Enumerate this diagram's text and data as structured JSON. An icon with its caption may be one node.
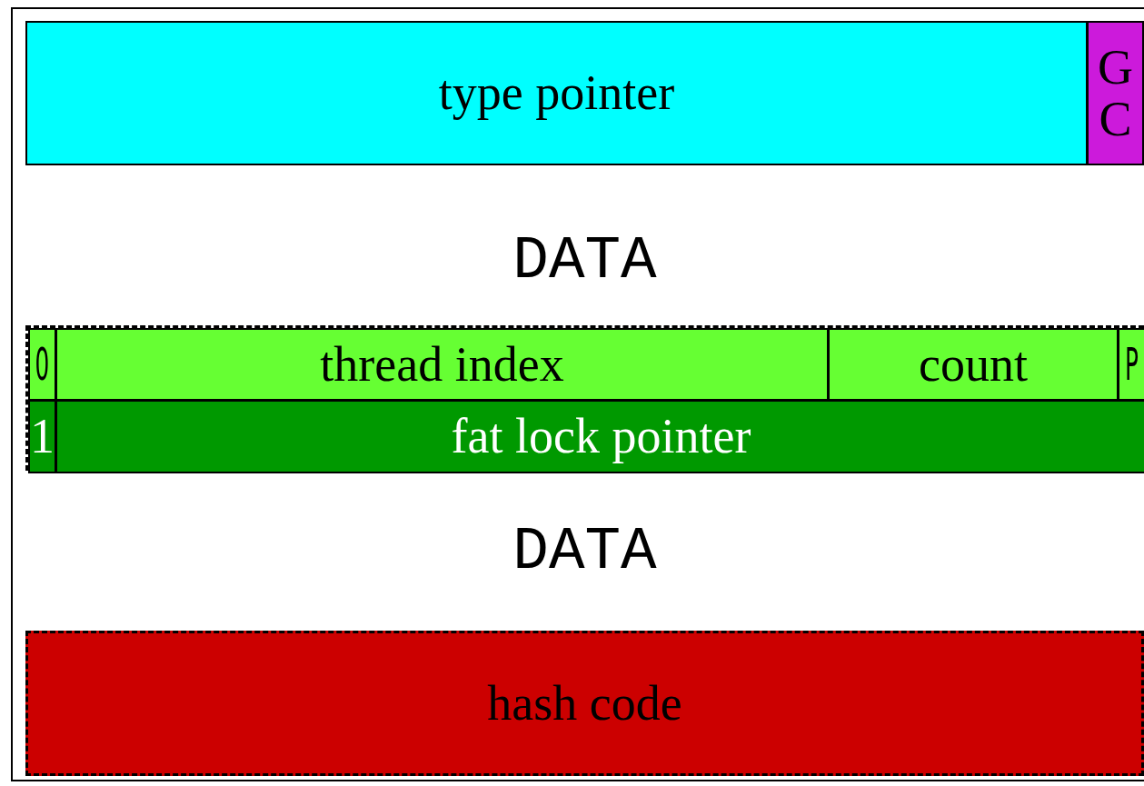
{
  "diagram": {
    "nodes": [
      {
        "text": [
          "type pointer"
        ]
      },
      {
        "text": [
          "G C"
        ]
      },
      {
        "text": [],
        "shape": "box"
      },
      {
        "text": [
          "0"
        ],
        "in": 2
      },
      {
        "text": [
          "thread index"
        ],
        "in": 2
      },
      {
        "text": [
          "count"
        ],
        "in": 2
      },
      {
        "text": [
          "P"
        ],
        "in": 2
      },
      {
        "text": [
          "1"
        ],
        "in": 2
      },
      {
        "text": [
          "fat lock pointer"
        ],
        "in": 2
      },
      {
        "text": [
          "hash code"
        ]
      }
    ],
    "labels": [
      "DATA",
      "DATA"
    ]
  }
}
